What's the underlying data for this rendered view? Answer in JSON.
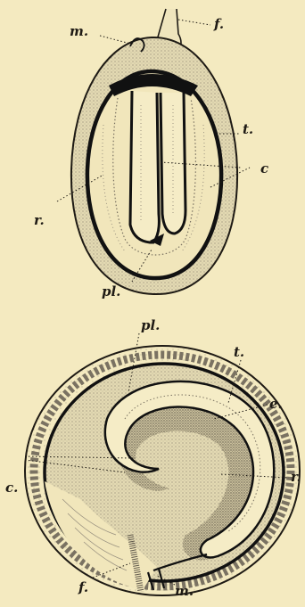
{
  "figure_top": {
    "labels": {
      "micropyle": "m.",
      "funiculus": "f.",
      "testa": "t.",
      "cotyledons": "c",
      "radicle": "r.",
      "plumule": "pl."
    }
  },
  "figure_bottom": {
    "labels": {
      "plumule": "pl.",
      "testa": "t.",
      "endosperm": "e.",
      "cotyledons": "c.",
      "radicle": "r.",
      "funiculus": "f.",
      "micropyle": "m."
    }
  },
  "colors": {
    "background": "#f4eac0",
    "ink": "#1e1a14",
    "stipple": "#d9cfa6",
    "dense_stipple": "#b8ad8a"
  }
}
